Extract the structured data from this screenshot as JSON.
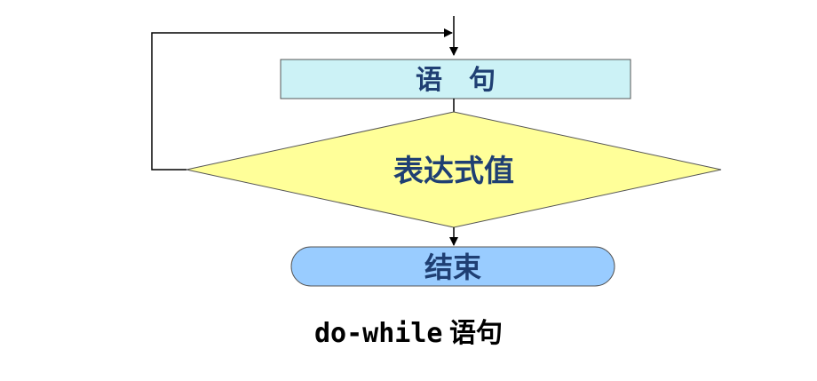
{
  "nodes": {
    "statement": {
      "label": "语　句"
    },
    "condition": {
      "label": "表达式值"
    },
    "end": {
      "label": "结束"
    }
  },
  "caption": {
    "code": "do-while",
    "text": "语句"
  },
  "colors": {
    "statement_fill": "#ccf2f6",
    "condition_fill": "#ffff99",
    "end_fill": "#99ccff",
    "text": "#1f3f73",
    "line": "#000000"
  }
}
